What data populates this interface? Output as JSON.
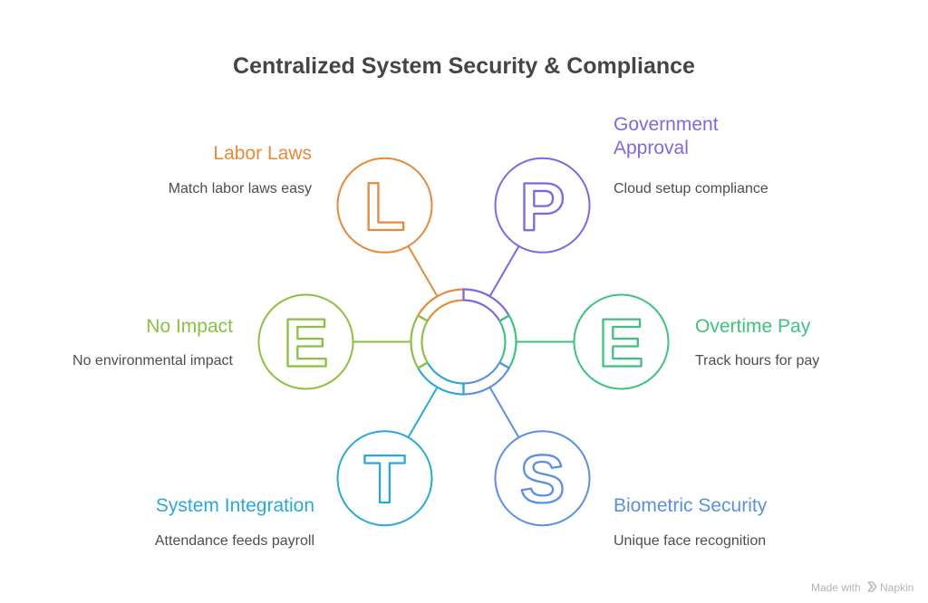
{
  "title": "Centralized System Security & Compliance",
  "hub": {
    "segments": 6
  },
  "items": [
    {
      "letter": "L",
      "title_lines": [
        "Labor Laws"
      ],
      "description": "Match labor laws easy",
      "color": "#E58A3A",
      "position": "top-left"
    },
    {
      "letter": "P",
      "title_lines": [
        "Government",
        "Approval"
      ],
      "description": "Cloud setup compliance",
      "color": "#7E67E6",
      "position": "top-right"
    },
    {
      "letter": "E",
      "title_lines": [
        "Overtime Pay"
      ],
      "description": "Track hours for pay",
      "color": "#3FC27F",
      "position": "right"
    },
    {
      "letter": "S",
      "title_lines": [
        "Biometric Security"
      ],
      "description": "Unique face recognition",
      "color": "#5A8FE6",
      "position": "bottom-right"
    },
    {
      "letter": "T",
      "title_lines": [
        "System Integration"
      ],
      "description": "Attendance feeds payroll",
      "color": "#2AA8DA",
      "position": "bottom-left"
    },
    {
      "letter": "E",
      "title_lines": [
        "No Impact"
      ],
      "description": "No environmental impact",
      "color": "#8BC140",
      "position": "left"
    }
  ],
  "footer": {
    "made_with": "Made with",
    "brand": "Napkin",
    "logo_icon": "napkin-logo-icon"
  }
}
